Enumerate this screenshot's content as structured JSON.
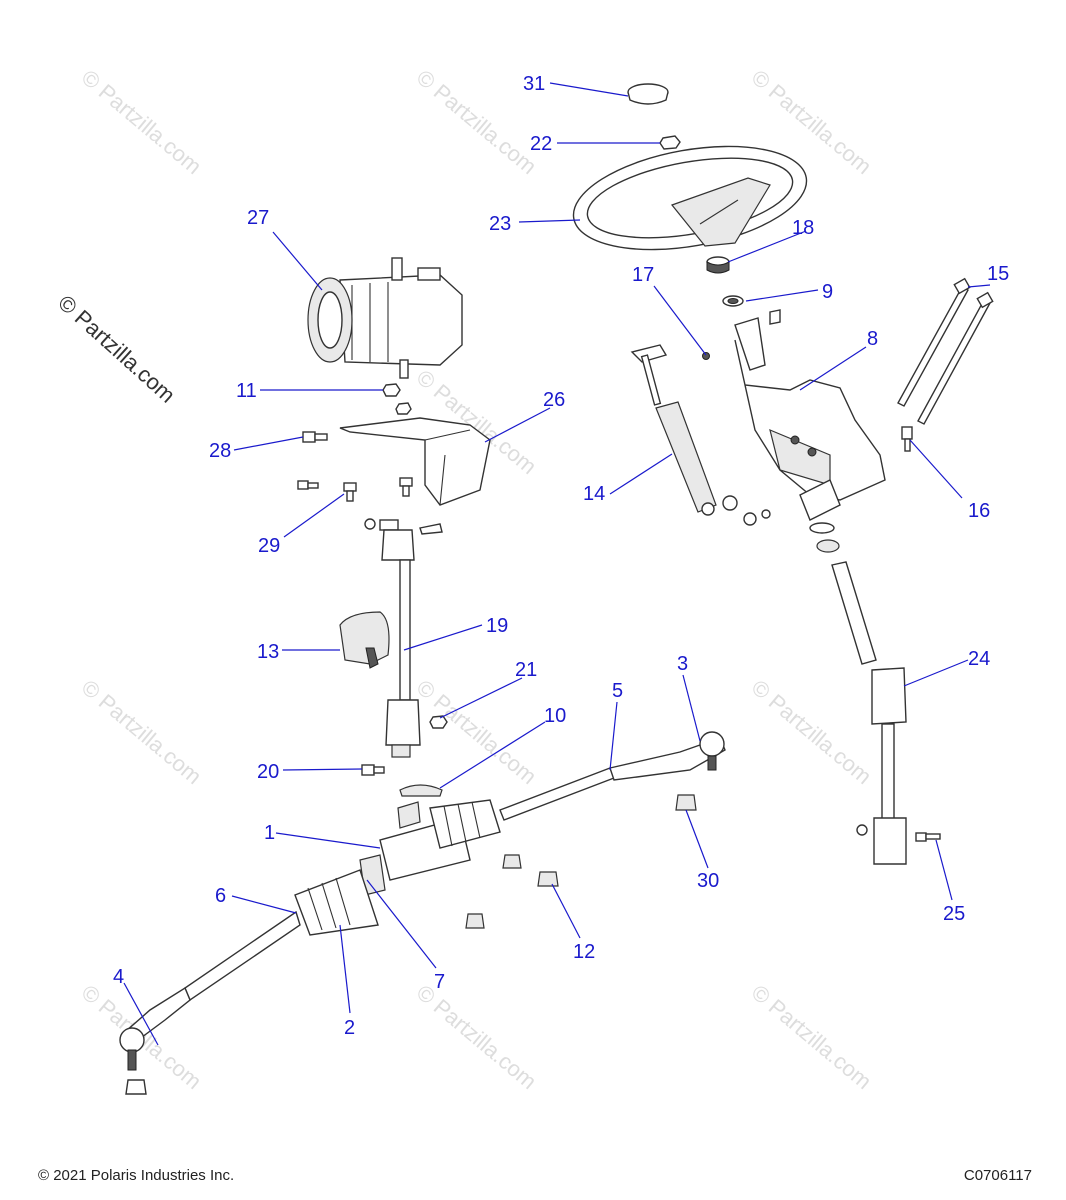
{
  "watermark": {
    "main": "© Partzilla.com",
    "repeated": "© Partzilla.com"
  },
  "footer": {
    "copyright": "© 2021 Polaris Industries Inc.",
    "diagram_code": "C0706117"
  },
  "colors": {
    "callout": "#1a1acc",
    "line_art": "#333333",
    "watermark": "#dddddd"
  },
  "callouts": [
    {
      "id": "31",
      "label": "31"
    },
    {
      "id": "22",
      "label": "22"
    },
    {
      "id": "23",
      "label": "23"
    },
    {
      "id": "18",
      "label": "18"
    },
    {
      "id": "27",
      "label": "27"
    },
    {
      "id": "17",
      "label": "17"
    },
    {
      "id": "9",
      "label": "9"
    },
    {
      "id": "15",
      "label": "15"
    },
    {
      "id": "8",
      "label": "8"
    },
    {
      "id": "11",
      "label": "11"
    },
    {
      "id": "26",
      "label": "26"
    },
    {
      "id": "28",
      "label": "28"
    },
    {
      "id": "14",
      "label": "14"
    },
    {
      "id": "16",
      "label": "16"
    },
    {
      "id": "29",
      "label": "29"
    },
    {
      "id": "19",
      "label": "19"
    },
    {
      "id": "13",
      "label": "13"
    },
    {
      "id": "24",
      "label": "24"
    },
    {
      "id": "3",
      "label": "3"
    },
    {
      "id": "21",
      "label": "21"
    },
    {
      "id": "5",
      "label": "5"
    },
    {
      "id": "10",
      "label": "10"
    },
    {
      "id": "20",
      "label": "20"
    },
    {
      "id": "1",
      "label": "1"
    },
    {
      "id": "30",
      "label": "30"
    },
    {
      "id": "6",
      "label": "6"
    },
    {
      "id": "7",
      "label": "7"
    },
    {
      "id": "12",
      "label": "12"
    },
    {
      "id": "25",
      "label": "25"
    },
    {
      "id": "4",
      "label": "4"
    },
    {
      "id": "2",
      "label": "2"
    }
  ]
}
